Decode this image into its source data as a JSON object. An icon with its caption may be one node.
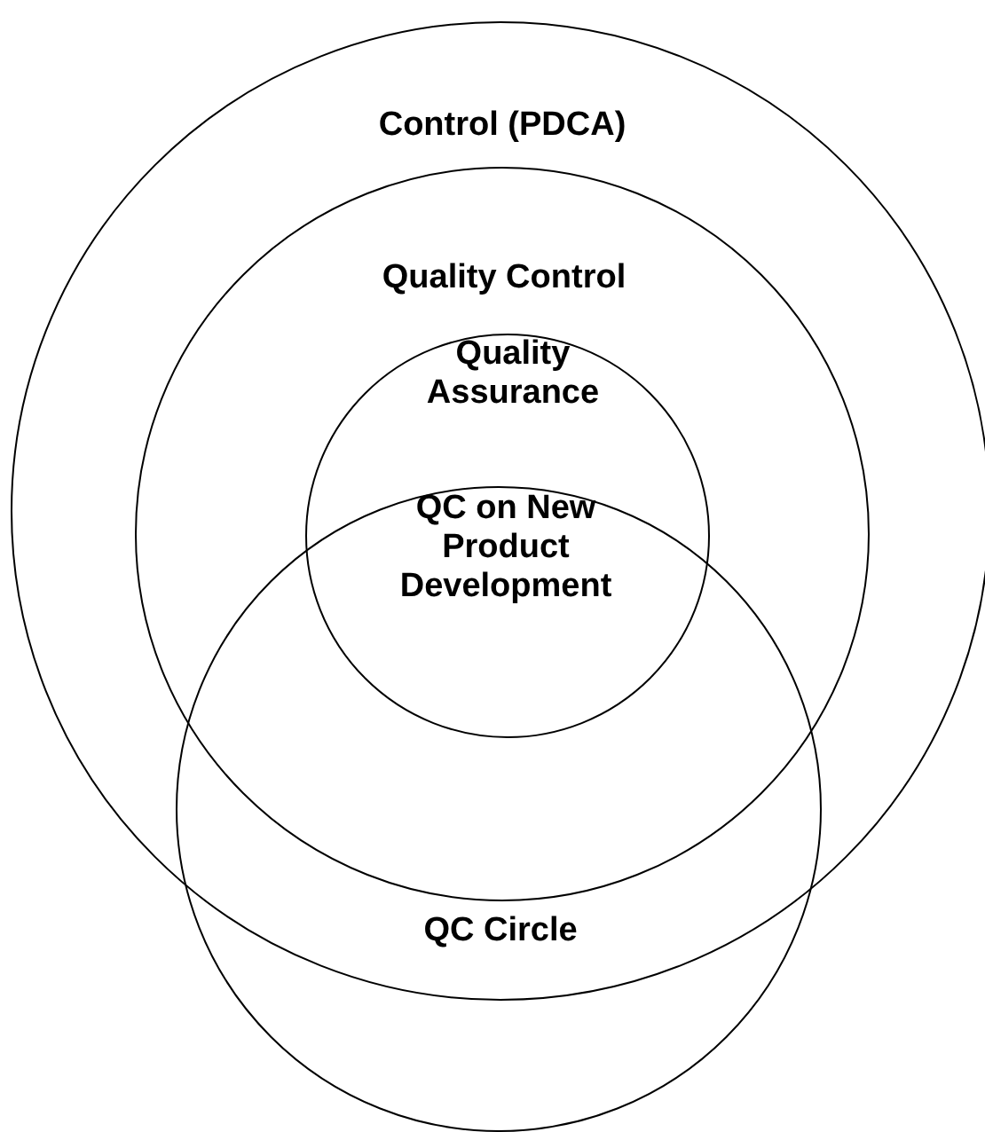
{
  "diagram": {
    "nodes": [
      {
        "text": [
          "Control (PDCA)"
        ]
      },
      {
        "text": [
          "Quality Control"
        ],
        "in": 0
      },
      {
        "text": [
          "Quality Assurance"
        ],
        "in": 1
      },
      {
        "text": [
          "QC Circle"
        ]
      }
    ],
    "labels": [
      "QC on New Product Development"
    ]
  }
}
